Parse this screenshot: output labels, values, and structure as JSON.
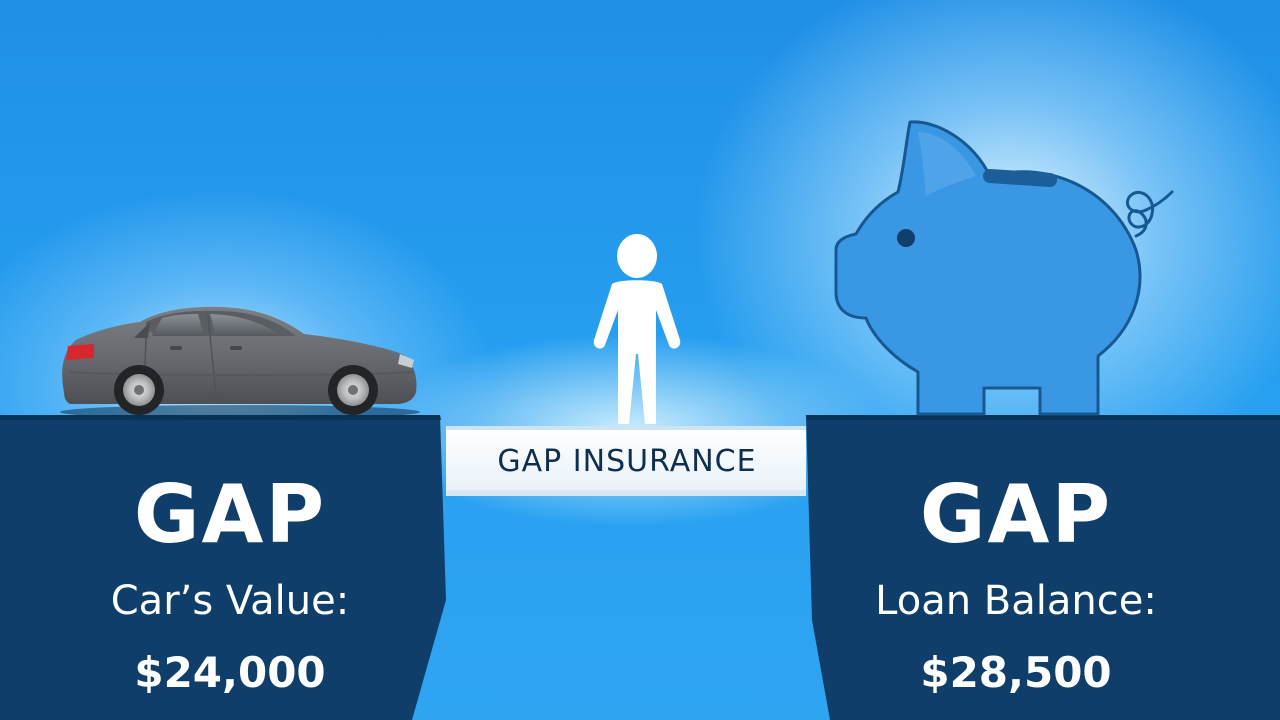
{
  "left_cliff": {
    "heading": "GAP",
    "caption": "Car’s Value:",
    "amount": "$24,000"
  },
  "right_cliff": {
    "heading": "GAP",
    "caption": "Loan Balance:",
    "amount": "$28,500"
  },
  "bridge": {
    "label": "GAP INSURANCE"
  },
  "icons": [
    "car-icon",
    "person-icon",
    "piggy-bank-icon"
  ],
  "colors": {
    "sky": "#279ff0",
    "cliff": "#0e3e69",
    "piggy": "#3a97e3",
    "bridge": "#f3f8fc",
    "text_on_cliff": "#ffffff",
    "bridge_text": "#0f2f4f"
  }
}
